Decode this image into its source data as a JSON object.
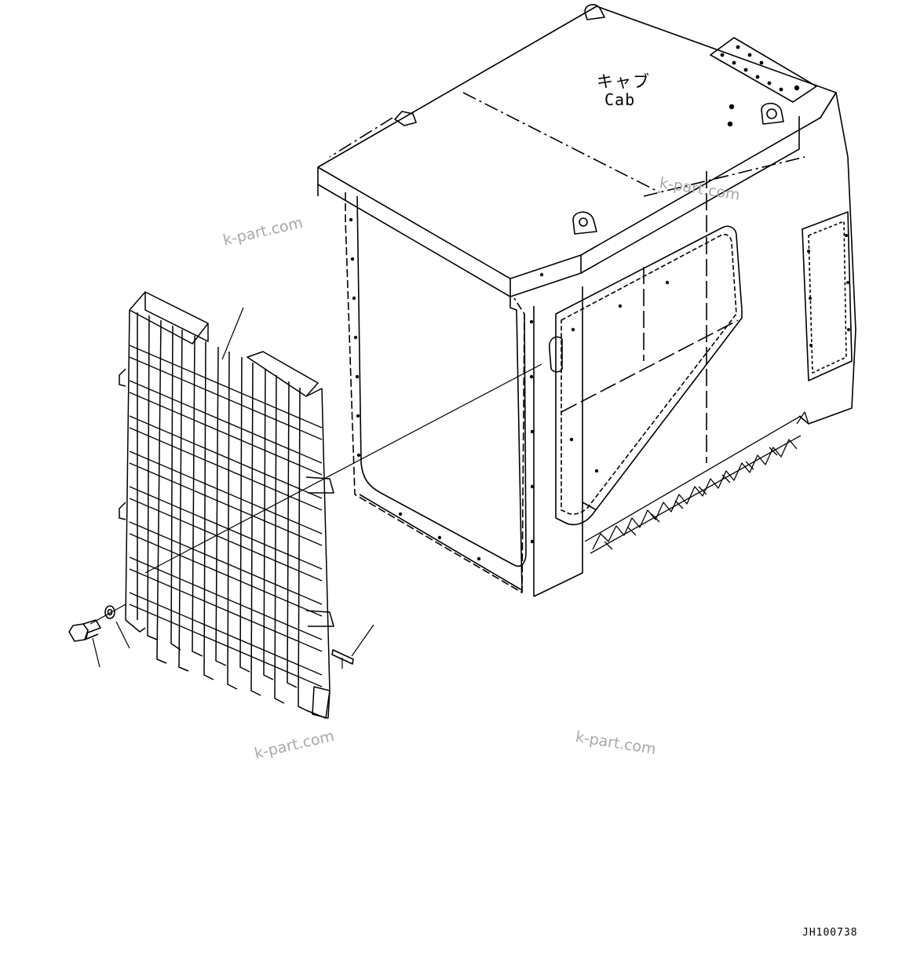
{
  "labels": {
    "cab_jp": "キャブ",
    "cab_en": "Cab",
    "drawing_id": "JH100738"
  },
  "watermarks": [
    "k-part.com",
    "k-part.com",
    "k-part.com",
    "k-part.com"
  ],
  "parts": [
    "grille-guard",
    "bolt",
    "washer",
    "pin",
    "cab"
  ],
  "colors": {
    "line": "#000000",
    "watermark": "#a8a8a8",
    "background": "#ffffff"
  }
}
